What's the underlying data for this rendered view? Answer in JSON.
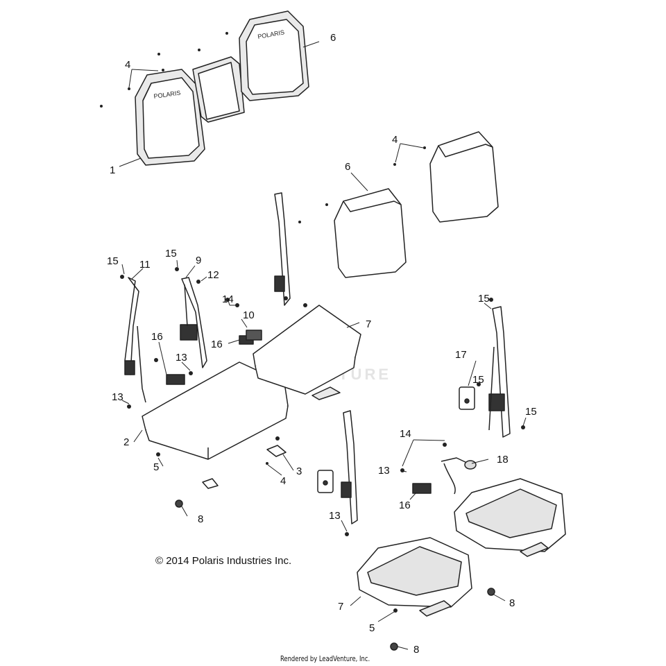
{
  "copyright": "© 2014 Polaris Industries Inc.",
  "rendered_by": "Rendered by LeadVenture, Inc.",
  "watermark": "LEADVENTURE",
  "callouts": [
    "1",
    "2",
    "3",
    "4",
    "5",
    "6",
    "7",
    "8",
    "9",
    "10",
    "11",
    "12",
    "13",
    "14",
    "15",
    "16",
    "17",
    "18"
  ],
  "colors": {
    "line": "#222222",
    "fill": "#ffffff",
    "shade": "#d9d9d9"
  }
}
